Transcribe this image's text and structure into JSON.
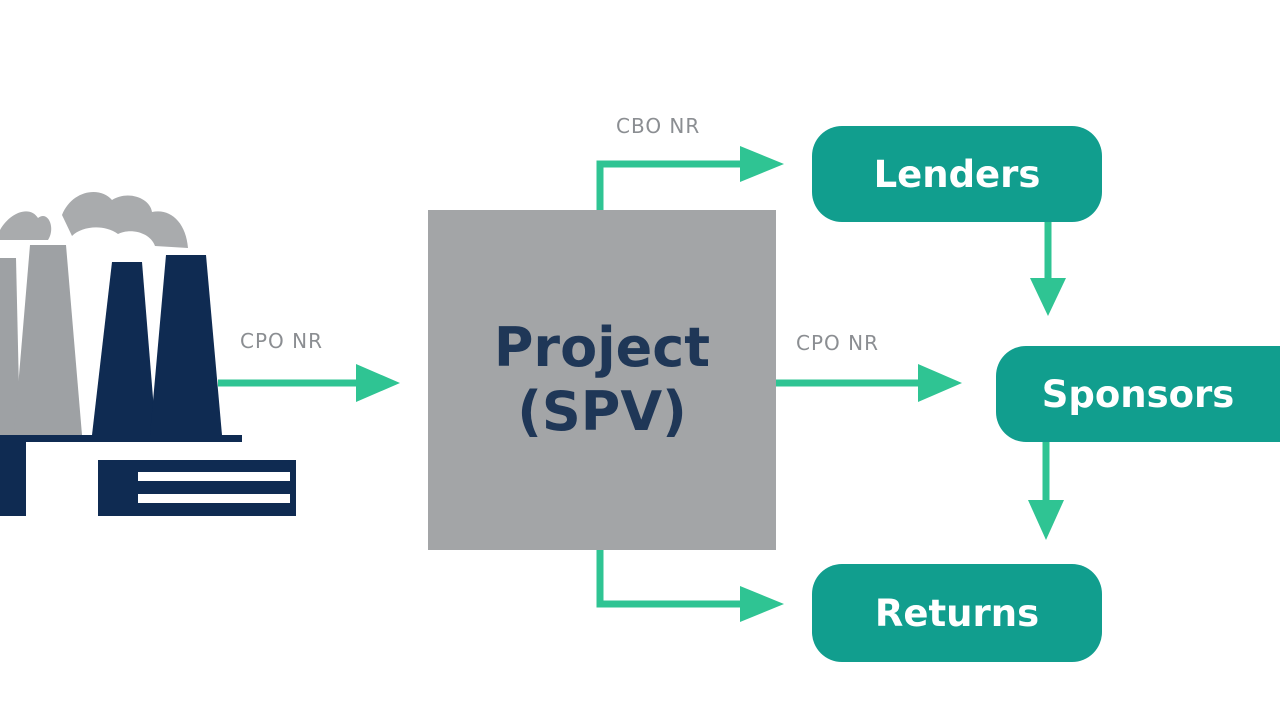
{
  "diagram": {
    "center_box": {
      "line1": "Project",
      "line2": "(SPV)"
    },
    "nodes": {
      "lenders": "Lenders",
      "sponsors": "Sponsors",
      "returns": "Returns"
    },
    "flow_labels": {
      "factory_to_project": "CPO NR",
      "project_to_lenders": "CBO NR",
      "project_to_sponsors": "CPO NR"
    },
    "icons": {
      "factory": "factory-icon"
    },
    "colors": {
      "arrow": "#2fc493",
      "node_fill": "#119e8e",
      "node_text": "#ffffff",
      "center_fill": "#a3a5a7",
      "center_text": "#1f3757",
      "factory_navy": "#0f2b52",
      "factory_gray": "#9ea1a4",
      "label_gray": "#8b8e92"
    }
  }
}
